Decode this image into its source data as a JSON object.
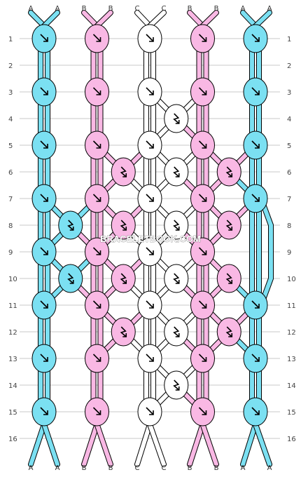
{
  "top_labels": [
    "A",
    "A",
    "B",
    "B",
    "C",
    "C",
    "B",
    "B",
    "A",
    "A"
  ],
  "bottom_labels": [
    "A",
    "A",
    "B",
    "B",
    "C",
    "C",
    "B",
    "B",
    "A",
    "A"
  ],
  "row_numbers": [
    "1",
    "2",
    "3",
    "4",
    "5",
    "6",
    "7",
    "8",
    "9",
    "10",
    "11",
    "12",
    "13",
    "14",
    "15",
    "16"
  ],
  "watermark": "BRACELETBOOK.COM",
  "colors": {
    "A": "#7be0f2",
    "B": "#f9b8e4",
    "C": "#ffffff"
  },
  "knots": [
    {
      "row": 1,
      "col": 0,
      "c": "A",
      "dir": "f"
    },
    {
      "row": 1,
      "col": 2,
      "c": "B",
      "dir": "f"
    },
    {
      "row": 1,
      "col": 4,
      "c": "C",
      "dir": "f"
    },
    {
      "row": 1,
      "col": 6,
      "c": "B",
      "dir": "f"
    },
    {
      "row": 1,
      "col": 8,
      "c": "A",
      "dir": "f"
    },
    {
      "row": 3,
      "col": 0,
      "c": "A",
      "dir": "f"
    },
    {
      "row": 3,
      "col": 2,
      "c": "B",
      "dir": "f"
    },
    {
      "row": 3,
      "col": 4,
      "c": "C",
      "dir": "f"
    },
    {
      "row": 3,
      "col": 6,
      "c": "B",
      "dir": "f"
    },
    {
      "row": 3,
      "col": 8,
      "c": "A",
      "dir": "f"
    },
    {
      "row": 4,
      "col": 5,
      "c": "C",
      "dir": "fb"
    },
    {
      "row": 5,
      "col": 0,
      "c": "A",
      "dir": "f"
    },
    {
      "row": 5,
      "col": 2,
      "c": "B",
      "dir": "f"
    },
    {
      "row": 5,
      "col": 4,
      "c": "C",
      "dir": "f"
    },
    {
      "row": 5,
      "col": 6,
      "c": "B",
      "dir": "f"
    },
    {
      "row": 5,
      "col": 8,
      "c": "A",
      "dir": "f"
    },
    {
      "row": 6,
      "col": 3,
      "c": "B",
      "dir": "fb"
    },
    {
      "row": 6,
      "col": 5,
      "c": "C",
      "dir": "fb"
    },
    {
      "row": 6,
      "col": 7,
      "c": "B",
      "dir": "fb"
    },
    {
      "row": 7,
      "col": 0,
      "c": "A",
      "dir": "f"
    },
    {
      "row": 7,
      "col": 2,
      "c": "B",
      "dir": "f"
    },
    {
      "row": 7,
      "col": 4,
      "c": "C",
      "dir": "f"
    },
    {
      "row": 7,
      "col": 6,
      "c": "B",
      "dir": "f"
    },
    {
      "row": 7,
      "col": 8,
      "c": "A",
      "dir": "f"
    },
    {
      "row": 8,
      "col": 1,
      "c": "A",
      "dir": "fb"
    },
    {
      "row": 8,
      "col": 3,
      "c": "B",
      "dir": "fb"
    },
    {
      "row": 8,
      "col": 5,
      "c": "C",
      "dir": "fb"
    },
    {
      "row": 8,
      "col": 7,
      "c": "B",
      "dir": "fb"
    },
    {
      "row": 9,
      "col": 0,
      "c": "A",
      "dir": "f"
    },
    {
      "row": 9,
      "col": 2,
      "c": "B",
      "dir": "f"
    },
    {
      "row": 9,
      "col": 4,
      "c": "C",
      "dir": "f"
    },
    {
      "row": 9,
      "col": 6,
      "c": "B",
      "dir": "f"
    },
    {
      "row": 10,
      "col": 1,
      "c": "A",
      "dir": "fb"
    },
    {
      "row": 10,
      "col": 3,
      "c": "B",
      "dir": "fb"
    },
    {
      "row": 10,
      "col": 5,
      "c": "C",
      "dir": "fb"
    },
    {
      "row": 10,
      "col": 7,
      "c": "B",
      "dir": "fb"
    },
    {
      "row": 11,
      "col": 0,
      "c": "A",
      "dir": "f"
    },
    {
      "row": 11,
      "col": 2,
      "c": "B",
      "dir": "f"
    },
    {
      "row": 11,
      "col": 4,
      "c": "C",
      "dir": "f"
    },
    {
      "row": 11,
      "col": 6,
      "c": "B",
      "dir": "f"
    },
    {
      "row": 11,
      "col": 8,
      "c": "A",
      "dir": "f"
    },
    {
      "row": 12,
      "col": 3,
      "c": "B",
      "dir": "fb"
    },
    {
      "row": 12,
      "col": 5,
      "c": "C",
      "dir": "fb"
    },
    {
      "row": 12,
      "col": 7,
      "c": "B",
      "dir": "fb"
    },
    {
      "row": 13,
      "col": 0,
      "c": "A",
      "dir": "f"
    },
    {
      "row": 13,
      "col": 2,
      "c": "B",
      "dir": "f"
    },
    {
      "row": 13,
      "col": 4,
      "c": "C",
      "dir": "f"
    },
    {
      "row": 13,
      "col": 6,
      "c": "B",
      "dir": "f"
    },
    {
      "row": 13,
      "col": 8,
      "c": "A",
      "dir": "f"
    },
    {
      "row": 14,
      "col": 5,
      "c": "C",
      "dir": "fb"
    },
    {
      "row": 15,
      "col": 0,
      "c": "A",
      "dir": "f"
    },
    {
      "row": 15,
      "col": 2,
      "c": "B",
      "dir": "f"
    },
    {
      "row": 15,
      "col": 4,
      "c": "C",
      "dir": "f"
    },
    {
      "row": 15,
      "col": 6,
      "c": "B",
      "dir": "f"
    },
    {
      "row": 15,
      "col": 8,
      "c": "A",
      "dir": "f"
    }
  ]
}
